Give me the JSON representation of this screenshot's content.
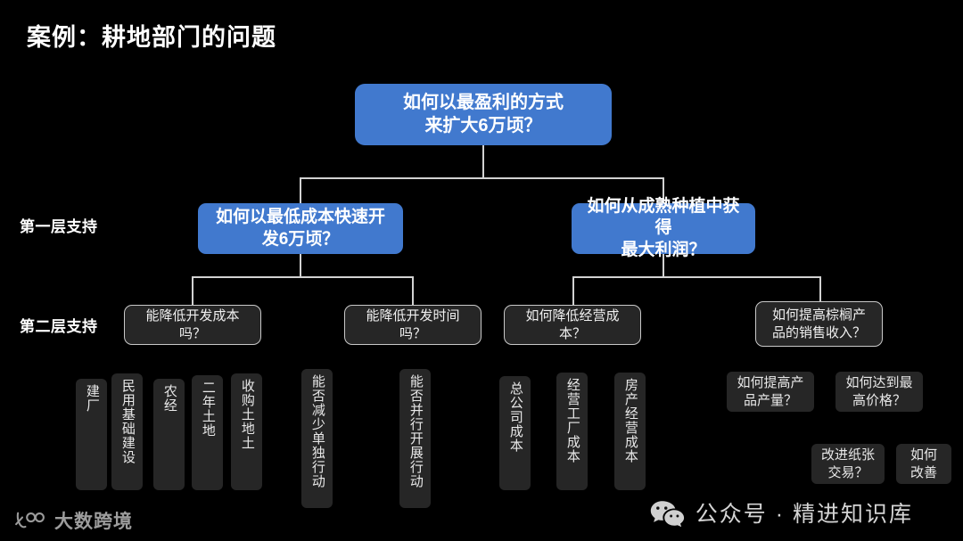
{
  "page_title": "案例：耕地部门的问题",
  "colors": {
    "background": "#000000",
    "node_blue": "#4179ce",
    "node_dark": "#262626",
    "node_border": "#c9c9c9",
    "connector": "#d2d2d2",
    "text_primary": "#ffffff",
    "text_secondary": "#cfcfcf",
    "brand_gray": "#9a9a9a"
  },
  "tier_labels": {
    "tier1": "第一层支持",
    "tier2": "第二层支持"
  },
  "tree": {
    "root": {
      "label": "如何以最盈利的方式来扩大6万顷？",
      "line1": "如何以最盈利的方式",
      "line2": "来扩大6万顷？"
    },
    "level1": [
      {
        "label": "如何以最低成本快速开发6万顷？",
        "line1": "如何以最低成本快速开",
        "line2": "发6万顷？"
      },
      {
        "label": "如何从成熟种植中获得最大利润？",
        "line1": "如何从成熟种植中获得",
        "line2": "最大利润？"
      }
    ],
    "level2": [
      {
        "label": "能降低开发成本吗？"
      },
      {
        "label": "能降低开发时间吗？"
      },
      {
        "label": "如何降低经营成本？"
      },
      {
        "label": "如何提高棕榈产品的销售收入？",
        "line1": "如何提高棕榈产",
        "line2": "品的销售收入？"
      }
    ],
    "leaves_vertical": [
      {
        "label": "建厂"
      },
      {
        "label": "民用基础建设"
      },
      {
        "label": "农经"
      },
      {
        "label": "二年土地"
      },
      {
        "label": "收购土地土"
      },
      {
        "label": "能否减少单独行动"
      },
      {
        "label": "能否并行开展行动"
      },
      {
        "label": "总公司成本"
      },
      {
        "label": "经营工厂成本"
      },
      {
        "label": "房产经营成本"
      }
    ],
    "leaves_horizontal": [
      {
        "label": "如何提高产品产量？",
        "line1": "如何提高产",
        "line2": "品产量？"
      },
      {
        "label": "如何达到最高价格？",
        "line1": "如何达到最",
        "line2": "高价格？"
      },
      {
        "label": "改进纸张交易？",
        "line1": "改进纸张",
        "line2": "交易？"
      },
      {
        "label": "如何改善",
        "line1": "如何",
        "line2": "改善"
      }
    ]
  },
  "footer": {
    "brand": "大数跨境",
    "brand_icon": "dashu-logo-icon",
    "wechat_icon": "wechat-icon",
    "wechat_text": "公众号 · 精进知识库"
  }
}
